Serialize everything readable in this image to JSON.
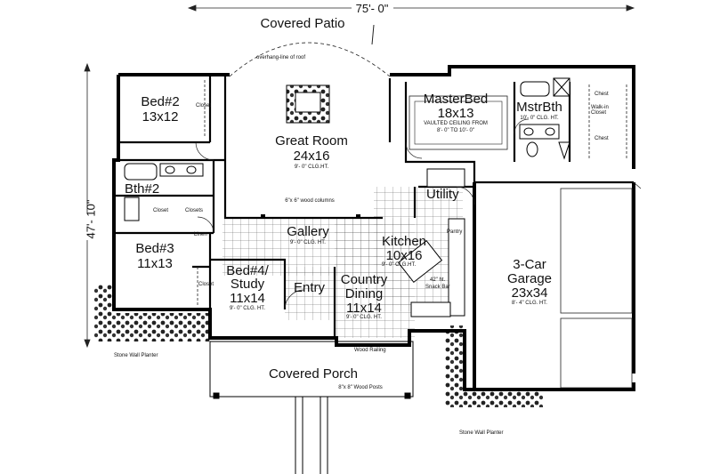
{
  "dimensions": {
    "width": "75'- 0\"",
    "depth": "47'- 10\""
  },
  "exterior": {
    "covered_patio": "Covered Patio",
    "overhang_note": "overhang-line of roof",
    "covered_porch": "Covered Porch",
    "porch_posts": "8\"x 8\" Wood Posts",
    "wood_railing": "Wood Railing",
    "stone_wall_planter_left": "Stone Wall Planter",
    "stone_wall_planter_right": "Stone Wall Planter"
  },
  "rooms": {
    "bed2": {
      "name": "Bed#2",
      "size": "13x12",
      "closet": "Closet"
    },
    "great_room": {
      "name": "Great Room",
      "size": "24x16",
      "ceiling": "9'- 0\" CLG.HT."
    },
    "master_bed": {
      "name": "MasterBed",
      "size": "18x13",
      "ceiling1": "VAULTED CEILING FROM",
      "ceiling2": "8'- 0\" TO 10'- 0\""
    },
    "master_bath": {
      "name": "MstrBth",
      "ceiling": "10'- 0\" CLG. HT.",
      "chest1": "Chest",
      "walkin": "Walk-in Closet",
      "chest2": "Chest"
    },
    "bath2": {
      "name": "Bth#2",
      "closet": "Closet",
      "closet2": "Closets"
    },
    "bed3": {
      "name": "Bed#3",
      "size": "11x13",
      "linen": "Linen"
    },
    "bed4": {
      "name": "Bed#4/ Study",
      "line1": "Bed#4/",
      "line2": "Study",
      "size": "11x14",
      "ceiling": "9'- 0\" CLG. HT.",
      "closet": "Closet"
    },
    "gallery": {
      "name": "Gallery",
      "ceiling": "9'- 0\" CLG. HT.",
      "columns": "6\"x 6\" wood columns"
    },
    "kitchen": {
      "name": "Kitchen",
      "size": "10x16",
      "ceiling": "9'- 0\" CLG.HT.",
      "pantry": "Pantry",
      "snack1": "42\" ht.",
      "snack2": "Snack Bar"
    },
    "utility": {
      "name": "Utility"
    },
    "entry": {
      "name": "Entry"
    },
    "dining": {
      "name": "Country Dining",
      "line1": "Country",
      "line2": "Dining",
      "size": "11x14",
      "ceiling": "9'- 0\" CLG. HT."
    },
    "garage": {
      "name": "3-Car Garage",
      "line1": "3-Car",
      "line2": "Garage",
      "size": "23x34",
      "ceiling": "8'- 4\" CLG. HT."
    }
  }
}
